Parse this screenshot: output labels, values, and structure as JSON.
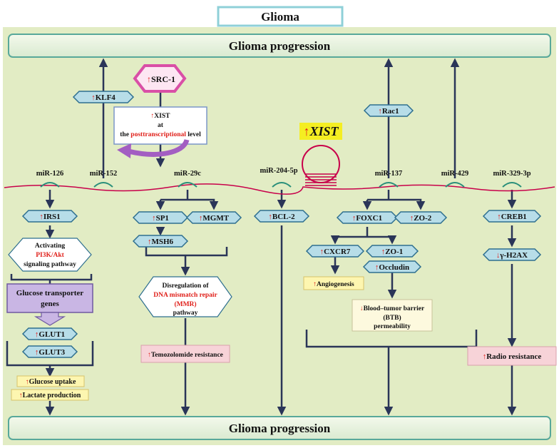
{
  "title": "Glioma",
  "banner_top": "Glioma progression",
  "banner_bottom": "Glioma progression",
  "xist_label": "XIST",
  "up": "↑",
  "down": "↓",
  "src1": "SRC-1",
  "xist_note": {
    "line1": "XIST",
    "line2": "at",
    "line3_pre": "the ",
    "line3_red": "posttranscriptional",
    "line3_post": " level"
  },
  "mirnas": [
    "miR-126",
    "miR-152",
    "miR-29c",
    "miR-204-5p",
    "miR-137",
    "miR-429",
    "miR-329-3p"
  ],
  "klf4": "KLF4",
  "rac1": "Rac1",
  "irs1": "IRS1",
  "pi3k": {
    "line1": "Activating",
    "line2": "PI3K/Akt",
    "line3": "signaling pathway"
  },
  "glucose_transporter": {
    "line1": "Glucose transporter",
    "line2": "genes"
  },
  "glut1": "GLUT1",
  "glut3": "GLUT3",
  "glucose_uptake": "Glucose uptake",
  "lactate": "Lactate production",
  "sp1": "SP1",
  "mgmt": "MGMT",
  "msh6": "MSH6",
  "mmr": {
    "line1": "Disregulation of",
    "line2": "DNA mismatch repair",
    "line3": "(MMR)",
    "line4": "pathway"
  },
  "temozolomide": "Temozolomide resistance",
  "bcl2": "BCL-2",
  "foxc1": "FOXC1",
  "zo2": "ZO-2",
  "cxcr7": "CXCR7",
  "zo1": "ZO-1",
  "occludin": "Occludin",
  "angiogenesis": "Angiogenesis",
  "btb": {
    "line1": "Blood–tumor barrier",
    "line2": "(BTB)",
    "line3": "permeability"
  },
  "creb1": "CREB1",
  "h2ax": "γ-H2AX",
  "radio": "Radio resistance",
  "colors": {
    "background": "#e2ecc4",
    "box_fill": "#b7dde8",
    "box_stroke": "#2e6f8f",
    "arrow": "#2a3558",
    "rna": "#c8004a",
    "src1": "#d94fa6",
    "purple": "#c9b6e4",
    "yellow": "#fdf6b0",
    "pink": "#f7d3d8",
    "red_text": "#e0201a"
  }
}
